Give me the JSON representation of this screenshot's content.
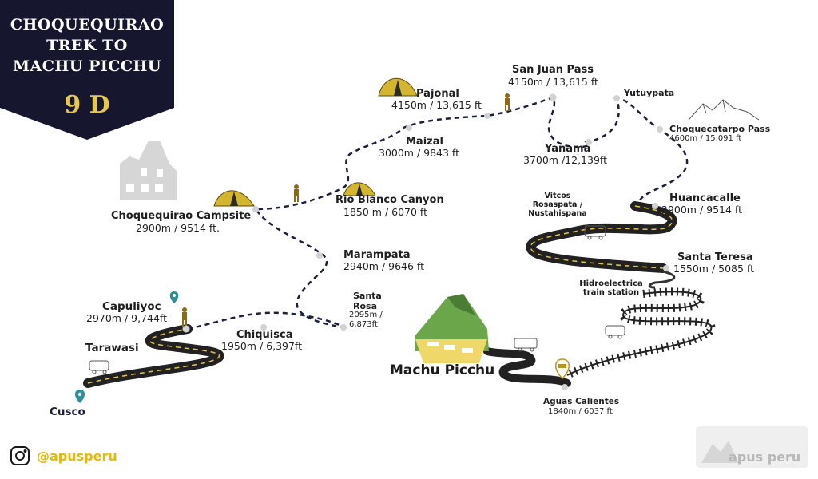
{
  "banner": {
    "title_lines": [
      "CHOQUEQUIRAO",
      "TREK TO",
      "MACHU PICCHU"
    ],
    "days": "9 D",
    "bg_color": "#16172e",
    "accent_color": "#e7c84a"
  },
  "places": {
    "cusco": {
      "name": "Cusco"
    },
    "tarawasi": {
      "name": "Tarawasi"
    },
    "capuliyoc": {
      "name": "Capuliyoc",
      "alt": "2970m / 9,744ft"
    },
    "chiquisca": {
      "name": "Chiquisca",
      "alt": "1950m / 6,397ft"
    },
    "santa_rosa": {
      "name_lines": [
        "Santa",
        "Rosa"
      ],
      "alt_lines": [
        "2095m /",
        "6,873ft"
      ]
    },
    "marampata": {
      "name": "Marampata",
      "alt": "2940m / 9646 ft"
    },
    "choquequirao_campsite": {
      "name": "Choquequirao Campsite",
      "alt": "2900m / 9514 ft."
    },
    "rio_blanco": {
      "name": "Rio Blanco Canyon",
      "alt": "1850 m / 6070 ft"
    },
    "maizal": {
      "name": "Maizal",
      "alt": "3000m / 9843 ft"
    },
    "pajonal": {
      "name": "Pajonal",
      "alt": "4150m / 13,615 ft"
    },
    "san_juan_pass": {
      "name": "San Juan Pass",
      "alt": "4150m / 13,615 ft"
    },
    "yanama": {
      "name": "Yanama",
      "alt": "3700m /12,139ft"
    },
    "yutuypata": {
      "name": "Yutuypata"
    },
    "choquecatarpo_pass": {
      "name": "Choquecatarpo Pass",
      "alt": "4600m / 15,091 ft"
    },
    "huancacalle": {
      "name": "Huancacalle",
      "alt": "2900m / 9514 ft"
    },
    "vitcos": {
      "name_lines": [
        "Vitcos",
        "Rosaspata /",
        "Nustahispana"
      ]
    },
    "santa_teresa": {
      "name": "Santa Teresa",
      "alt": "1550m / 5085 ft"
    },
    "hidroelectrica": {
      "name_lines": [
        "Hidroelectrica",
        "train station"
      ]
    },
    "machu_picchu": {
      "name": "Machu Picchu"
    },
    "aguas_calientes": {
      "name": "Aguas Calientes",
      "alt": "1840m / 6037 ft"
    }
  },
  "footer": {
    "instagram_handle": "@apusperu",
    "handle_color": "#e8b900",
    "logo_text": "apus peru"
  },
  "colors": {
    "trail": "#1b1f3f",
    "road": "#222222",
    "road_line": "#e8c547",
    "tent": "#d4b52e",
    "pin": "#2a8f9a",
    "mountain_green": "#6ba64a",
    "waypoint": "#d2d2d2"
  }
}
